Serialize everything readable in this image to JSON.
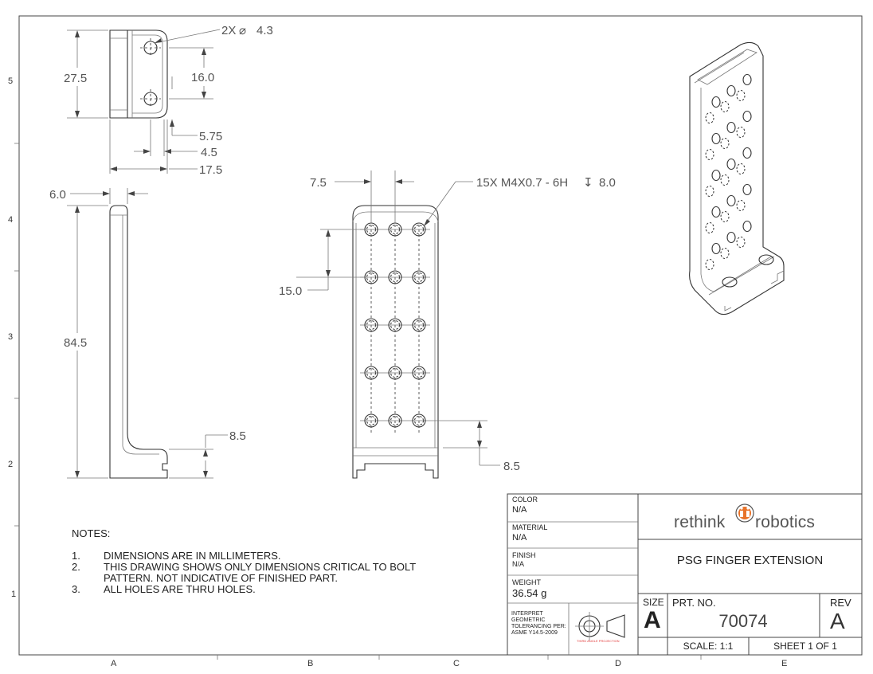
{
  "dimensions": {
    "hole_callout": "2X",
    "hole_dia": "4.3",
    "height_top": "27.5",
    "hole_spacing": "16.0",
    "offset_575": "5.75",
    "width_45": "4.5",
    "width_175": "17.5",
    "thickness": "6.0",
    "height_total": "84.5",
    "foot_85_side": "8.5",
    "col_spacing": "7.5",
    "thread_callout": "15X M4X0.7 - 6H",
    "thread_depth": "8.0",
    "row_spacing": "15.0",
    "foot_85_front": "8.5"
  },
  "zones": {
    "rows": [
      "5",
      "4",
      "3",
      "2",
      "1"
    ],
    "cols": [
      "A",
      "B",
      "C",
      "D",
      "E"
    ]
  },
  "notes": {
    "title": "NOTES:",
    "items": [
      {
        "num": "1.",
        "text": "DIMENSIONS ARE IN MILLIMETERS."
      },
      {
        "num": "2.",
        "text": "THIS DRAWING SHOWS ONLY DIMENSIONS CRITICAL TO BOLT PATTERN. NOT INDICATIVE OF FINISHED PART."
      },
      {
        "num": "3.",
        "text": "ALL HOLES ARE THRU HOLES."
      }
    ]
  },
  "title_block": {
    "color_label": "COLOR",
    "color_value": "N/A",
    "material_label": "MATERIAL",
    "material_value": "N/A",
    "finish_label": "FINISH",
    "finish_value": "N/A",
    "weight_label": "WEIGHT",
    "weight_value": "36.54 g",
    "tolerancing_text": "INTERPRET GEOMETRIC TOLERANCING PER: ASME Y14.5-2009",
    "projection_label": "THIRD ANGLE PROJECTION",
    "company_left": "rethink",
    "company_right": "robotics",
    "part_title": "PSG FINGER EXTENSION",
    "size_label": "SIZE",
    "size_value": "A",
    "partno_label": "PRT. NO.",
    "partno_value": "70074",
    "rev_label": "REV",
    "rev_value": "A",
    "scale": "SCALE: 1:1",
    "sheet": "SHEET 1 OF 1"
  },
  "colors": {
    "logo_orange": "#e8732a",
    "line": "#444444"
  }
}
